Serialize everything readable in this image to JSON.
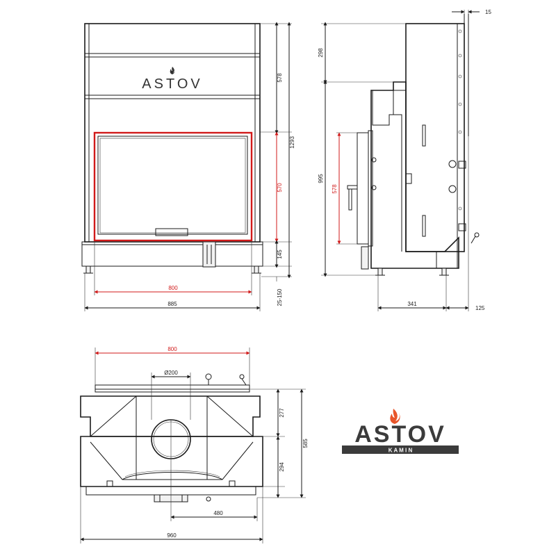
{
  "colors": {
    "line": "#1a1a1a",
    "accent_red": "#d11a1a",
    "logo_dark": "#3b3b3b",
    "logo_flame": "#e8552a"
  },
  "icons": [
    "flame-icon"
  ],
  "front_view": {
    "door_brand": "ASTOV",
    "dim_height_total": "1293",
    "dim_upper_section": "578",
    "dim_door_height": "570",
    "dim_bottom_section": "145",
    "dim_feet": "25-150",
    "dim_door_width": "800",
    "dim_total_width": "885"
  },
  "side_view": {
    "dim_top_gap": "15",
    "dim_top_height": "298",
    "dim_body_height": "995",
    "dim_door_height": "578",
    "dim_depth": "341",
    "dim_rear": "125"
  },
  "top_view": {
    "dim_door_width": "800",
    "dim_flue": "Ø200",
    "dim_front_depth": "277",
    "dim_rear_depth": "294",
    "dim_total_depth": "585",
    "dim_flue_offset": "480",
    "dim_total_width": "960"
  },
  "logo": {
    "brand": "ASTOV",
    "tagline": "K A M I N"
  }
}
